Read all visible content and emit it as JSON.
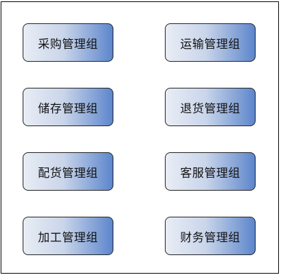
{
  "diagram": {
    "groups": [
      {
        "label": "采购管理组"
      },
      {
        "label": "运输管理组"
      },
      {
        "label": "储存管理组"
      },
      {
        "label": "退货管理组"
      },
      {
        "label": "配货管理组"
      },
      {
        "label": "客服管理组"
      },
      {
        "label": "加工管理组"
      },
      {
        "label": "财务管理组"
      }
    ]
  },
  "colors": {
    "box_gradient_start": "#e9edf5",
    "box_gradient_end": "#5d86cc",
    "border": "#1f1f1f"
  }
}
